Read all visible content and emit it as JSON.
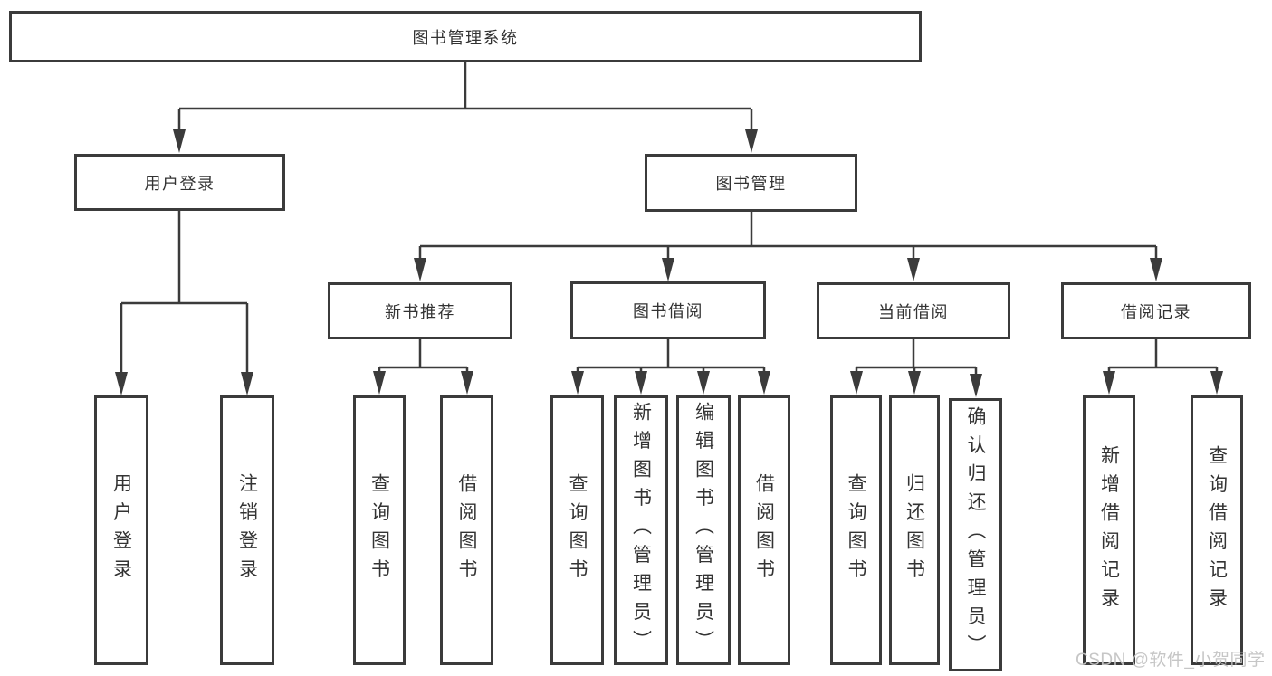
{
  "diagram": {
    "root": {
      "label": "图书管理系统"
    },
    "branches": [
      {
        "label": "用户登录",
        "children": [
          {
            "label": "用户登录"
          },
          {
            "label": "注销登录"
          }
        ]
      },
      {
        "label": "图书管理",
        "sections": [
          {
            "label": "新书推荐",
            "children": [
              {
                "label": "查询图书"
              },
              {
                "label": "借阅图书"
              }
            ]
          },
          {
            "label": "图书借阅",
            "children": [
              {
                "label": "查询图书"
              },
              {
                "label": "新增图书（管理员）"
              },
              {
                "label": "编辑图书（管理员）"
              },
              {
                "label": "借阅图书"
              }
            ]
          },
          {
            "label": "当前借阅",
            "children": [
              {
                "label": "查询图书"
              },
              {
                "label": "归还图书"
              },
              {
                "label": "确认归还（管理员）"
              }
            ]
          },
          {
            "label": "借阅记录",
            "children": [
              {
                "label": "新增借阅记录"
              },
              {
                "label": "查询借阅记录"
              }
            ]
          }
        ]
      }
    ]
  },
  "watermark": {
    "text": "CSDN @软件_小贺同学"
  },
  "colors": {
    "line": "#3b3b3b",
    "text": "#333333",
    "background": "#ffffff",
    "watermark_text": "#c4c4c4"
  }
}
